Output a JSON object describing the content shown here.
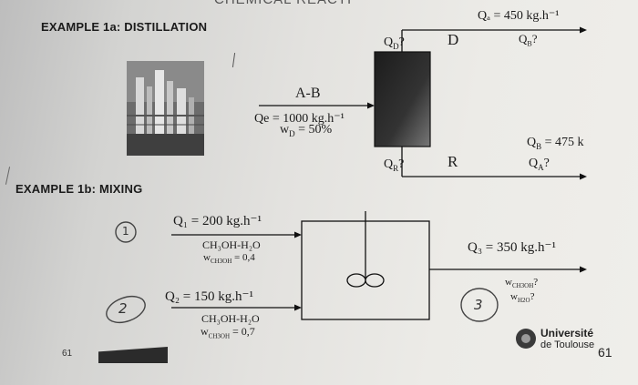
{
  "top_cut_text": "CHEMICAL REACTI",
  "example1": {
    "heading": "EXAMPLE 1a: DISTILLATION",
    "column_label_top": "D",
    "column_label_bottom": "R",
    "feed_label": "A-B",
    "feed_flow": "Qe = 1000 kg.h⁻¹",
    "feed_fraction": "w",
    "feed_fraction_sub": "D",
    "feed_fraction_val": " = 50%",
    "top_unknown": "Q",
    "top_unknown_sub": "D",
    "top_unknown_q": "?",
    "top_qa": "Qₐ = 450 kg.h⁻¹",
    "top_qb": "Q",
    "top_qb_sub": "B",
    "top_qb_q": "?",
    "bottom_unknown": "Q",
    "bottom_unknown_sub": "R",
    "bottom_unknown_q": "?",
    "bottom_qb": "Q",
    "bottom_qb_sub": "B",
    "bottom_qb_val": " = 475 k",
    "bottom_qa": "Q",
    "bottom_qa_sub": "A",
    "bottom_qa_q": "?"
  },
  "example2": {
    "heading": "EXAMPLE 1b: MIXING",
    "q1": "Q₁ = 200 kg.h⁻¹",
    "stream1_comp": "CH₃OH-H₂O",
    "stream1_w": "w",
    "stream1_w_sub": "CH3OH",
    "stream1_w_val": " = 0,4",
    "q2": "Q₂ = 150 kg.h⁻¹",
    "stream2_comp": "CH₃OH-H₂O",
    "stream2_w": "w",
    "stream2_w_sub": "CH3OH",
    "stream2_w_val": " = 0,7",
    "q3": "Q₃ = 350 kg.h⁻¹",
    "out_w1": "w",
    "out_w1_sub": "CH3OH",
    "out_w1_q": "?",
    "out_w2": "w",
    "out_w2_sub": "H2O",
    "out_w2_q": "?"
  },
  "handwritten": {
    "circle1": "1",
    "circle2": "2",
    "circle3": "3"
  },
  "footer": {
    "page_left": "61",
    "university_line1": "Université",
    "university_line2": "de Toulouse",
    "page_right": "61"
  },
  "colors": {
    "paper": "#e6e5e1",
    "ink": "#1b1b1b",
    "column_fill": "#2b2b2b"
  }
}
